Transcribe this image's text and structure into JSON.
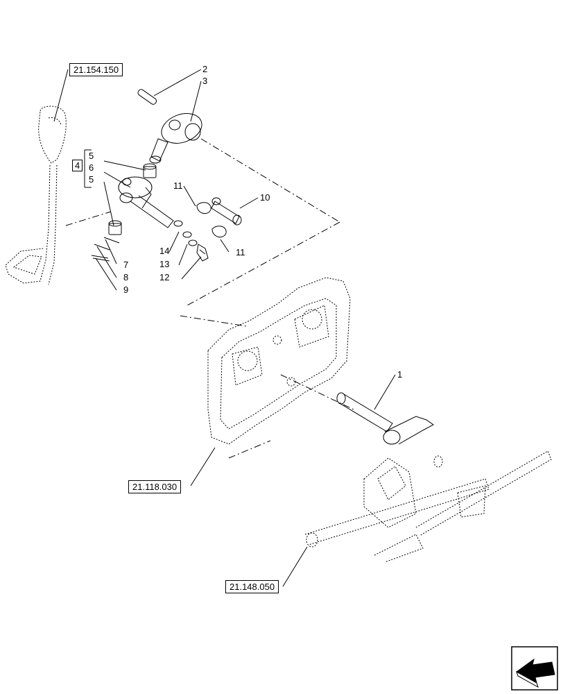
{
  "references": {
    "gear_lever": "21.154.150",
    "housing": "21.118.030",
    "shift_rods": "21.148.050"
  },
  "kit_label": "4",
  "callouts": {
    "c1": "1",
    "c2": "2",
    "c3": "3",
    "c5a": "5",
    "c6": "6",
    "c5b": "5",
    "c7": "7",
    "c8": "8",
    "c9": "9",
    "c10": "10",
    "c11a": "11",
    "c11b": "11",
    "c12": "12",
    "c13": "13",
    "c14": "14"
  },
  "colors": {
    "line": "#000000",
    "background": "#ffffff"
  },
  "icons": {
    "nav": "next-page-arrow-icon"
  }
}
